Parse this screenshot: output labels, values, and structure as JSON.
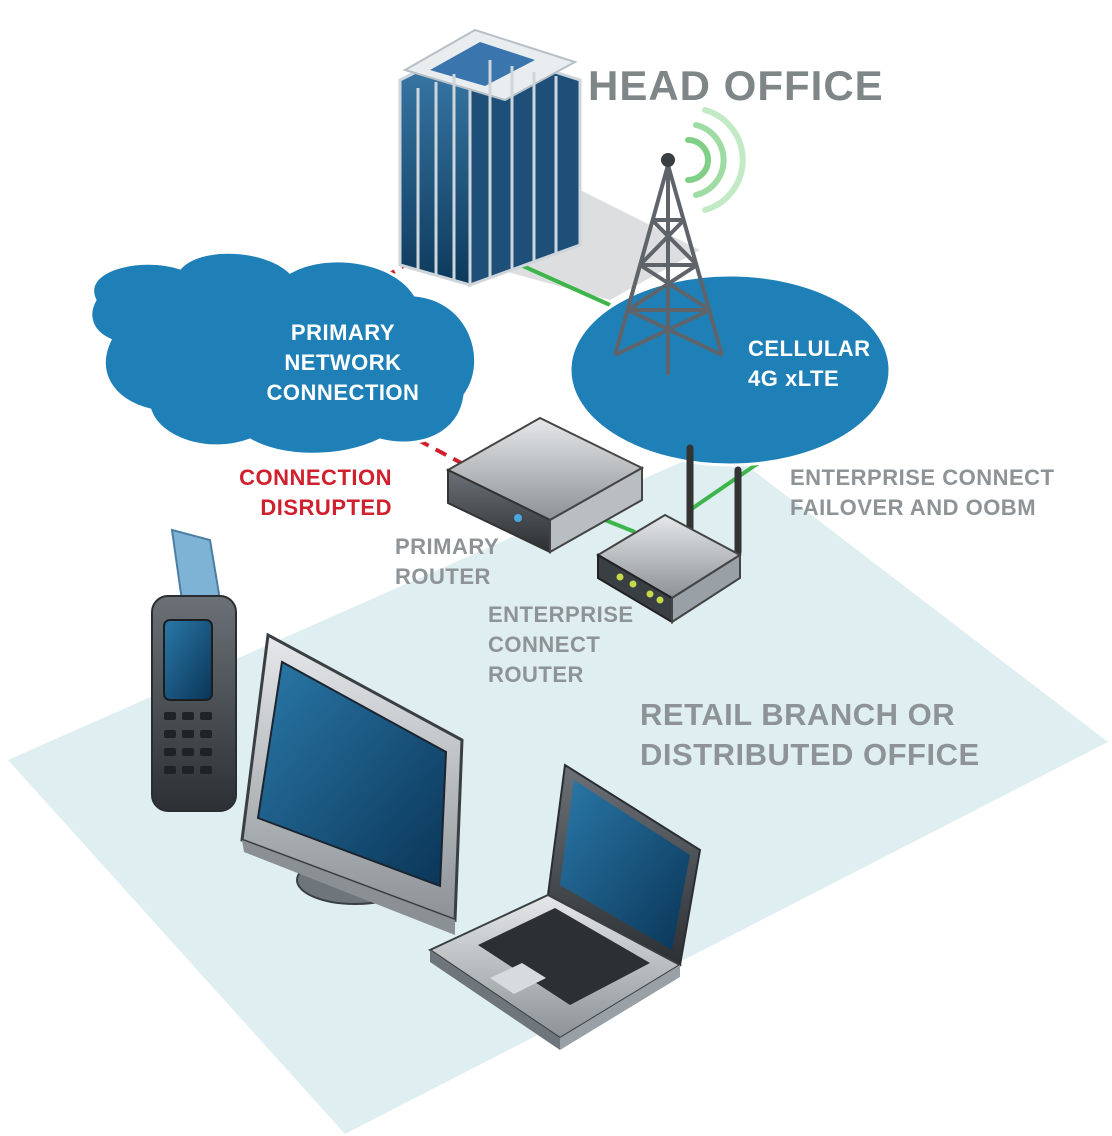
{
  "title": "HEAD OFFICE",
  "clouds": {
    "primary": {
      "lines": [
        "PRIMARY",
        "NETWORK",
        "CONNECTION"
      ],
      "color": "#1f80b8"
    },
    "cellular": {
      "lines": [
        "CELLULAR",
        "4G xLTE"
      ],
      "color": "#1f80b8"
    }
  },
  "status": {
    "lines": [
      "CONNECTION",
      "DISRUPTED"
    ],
    "color": "#d0202e"
  },
  "labels": {
    "failover": [
      "ENTERPRISE CONNECT",
      "FAILOVER AND OOBM"
    ],
    "primary_router": [
      "PRIMARY",
      "ROUTER"
    ],
    "ec_router": [
      "ENTERPRISE",
      "CONNECT",
      "ROUTER"
    ],
    "branch": [
      "RETAIL BRANCH OR",
      "DISTRIBUTED OFFICE"
    ]
  },
  "links": {
    "disrupted_color": "#d0202e",
    "active_color": "#3db54a"
  },
  "icons": [
    "office-building-icon",
    "cell-tower-icon",
    "signal-waves-icon",
    "rack-router-icon",
    "wireless-router-icon",
    "card-terminal-icon",
    "monitor-icon",
    "laptop-icon"
  ]
}
